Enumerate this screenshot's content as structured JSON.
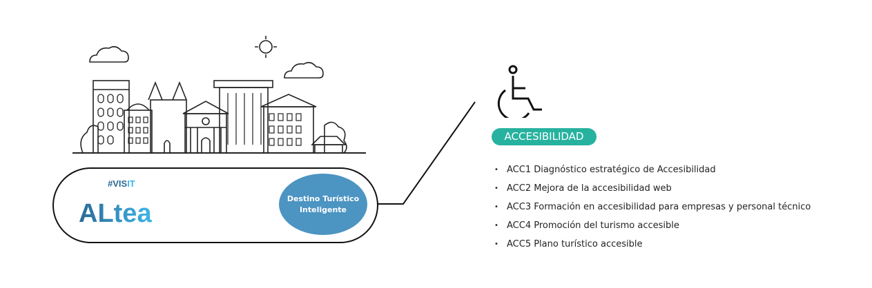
{
  "logo": {
    "text": "#VISIT ALTEA"
  },
  "destination_label_line1": "Destino Turístico",
  "destination_label_line2": "Inteligente",
  "category": {
    "label": "ACCESIBILIDAD",
    "icon": "wheelchair-icon",
    "color": "#27b29f"
  },
  "items": [
    {
      "bullet": "•",
      "text": "ACC1  Diagnóstico estratégico de Accesibilidad"
    },
    {
      "bullet": "•",
      "text": "ACC2 Mejora de la accesibilidad web"
    },
    {
      "bullet": "•",
      "text": "ACC3 Formación en accesibilidad para empresas y personal técnico"
    },
    {
      "bullet": "•",
      "text": "ACC4 Promoción del turismo accesible"
    },
    {
      "bullet": "•",
      "text": "ACC5 Plano turístico accesible"
    }
  ],
  "colors": {
    "circle": "#4c94c2",
    "logo_dark": "#2a6a96",
    "logo_light": "#3fb6e8"
  }
}
